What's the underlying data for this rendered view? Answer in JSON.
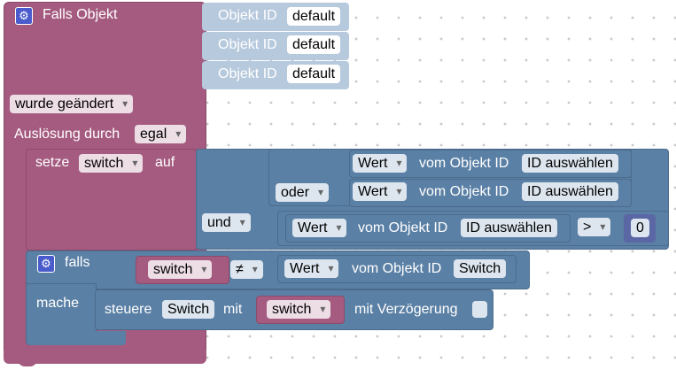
{
  "falls_objekt": {
    "title": "Falls Objekt",
    "objekt_id_label": "Objekt ID",
    "objekt_ids": [
      "default",
      "default",
      "default"
    ],
    "wurde_geaendert": "wurde geändert",
    "ausloesung_label": "Auslösung durch",
    "ausloesung_value": "egal"
  },
  "setze": {
    "label": "setze",
    "var": "switch",
    "auf": "auf",
    "and_label": "und",
    "or_label": "oder",
    "wert_label": "Wert",
    "vom_objekt_id": "vom Objekt ID",
    "id_placeholder": "ID auswählen",
    "compare_op": ">",
    "compare_value": "0"
  },
  "falls": {
    "label": "falls",
    "left_var": "switch",
    "op": "≠",
    "wert_label": "Wert",
    "vom_objekt_id": "vom Objekt ID",
    "object_id": "Switch",
    "mache": "mache"
  },
  "steuere": {
    "label": "steuere",
    "target": "Switch",
    "mit": "mit",
    "var": "switch",
    "delay_label": "mit Verzögerung"
  },
  "colors": {
    "event_block": "#a55b80",
    "logic_block": "#5b80a5",
    "id_block": "#b7c9dd",
    "gear": "#4a5ccc"
  }
}
